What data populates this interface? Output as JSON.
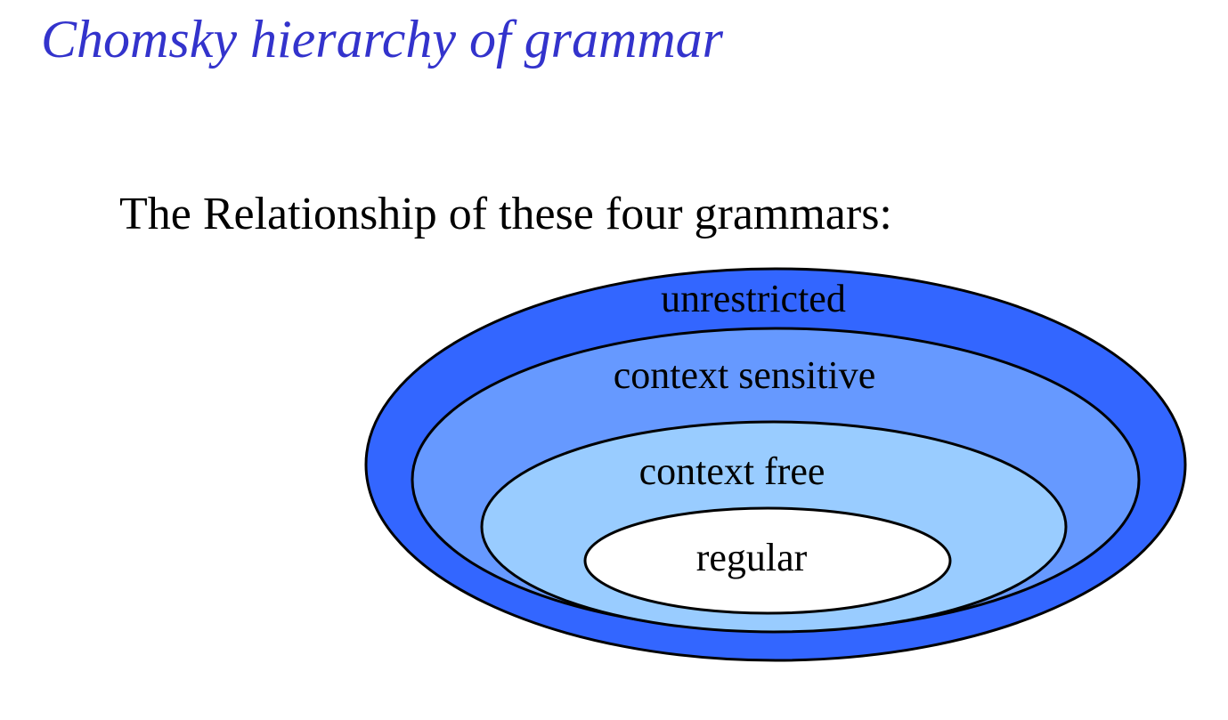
{
  "title": "Chomsky hierarchy of grammar",
  "subtitle": "The Relationship of these four grammars:",
  "diagram": {
    "type": "nested-sets",
    "levels": [
      {
        "label": "unrestricted",
        "fill": "#3366ff"
      },
      {
        "label": "context sensitive",
        "fill": "#6699ff"
      },
      {
        "label": "context free",
        "fill": "#99ccff"
      },
      {
        "label": "regular",
        "fill": "#ffffff"
      }
    ],
    "stroke": "#000000"
  }
}
